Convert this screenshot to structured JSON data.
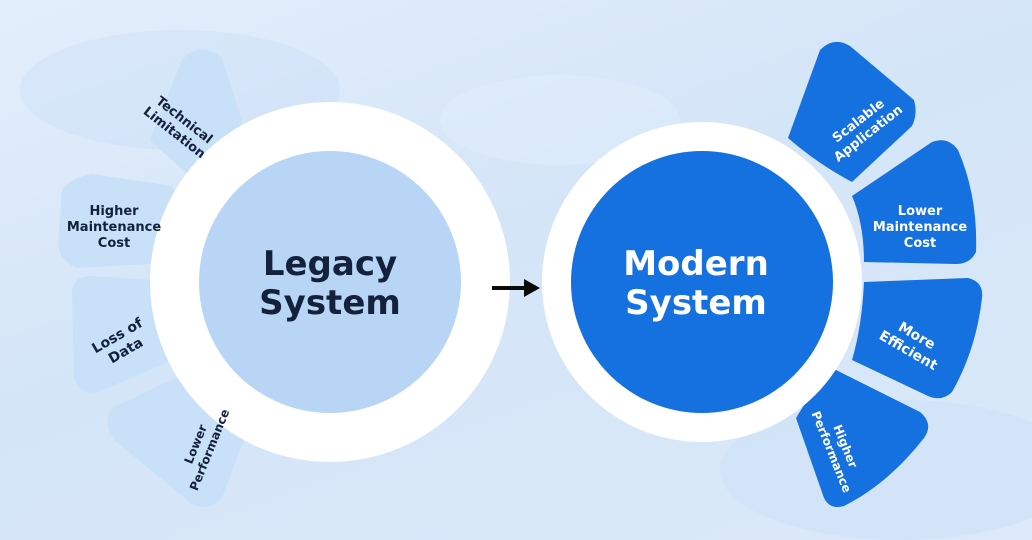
{
  "legacy": {
    "title_line1": "Legacy",
    "title_line2": "System",
    "issues": [
      {
        "line1": "Technical",
        "line2": "Limitation",
        "line3": ""
      },
      {
        "line1": "Higher",
        "line2": "Maintenance",
        "line3": "Cost"
      },
      {
        "line1": "Loss of",
        "line2": "Data",
        "line3": ""
      },
      {
        "line1": "Lower",
        "line2": "Performance",
        "line3": ""
      }
    ]
  },
  "modern": {
    "title_line1": "Modern",
    "title_line2": "System",
    "benefits": [
      {
        "line1": "Scalable",
        "line2": "Application",
        "line3": ""
      },
      {
        "line1": "Lower",
        "line2": "Maintenance",
        "line3": "Cost"
      },
      {
        "line1": "More",
        "line2": "Efficient",
        "line3": ""
      },
      {
        "line1": "Higher",
        "line2": "Performance",
        "line3": ""
      }
    ]
  },
  "arrow": {
    "icon": "arrow-right-icon"
  },
  "colors": {
    "legacy_fill": "#b8d5f5",
    "legacy_petal": "#c8e0f8",
    "legacy_text": "#14213d",
    "modern_fill": "#1570e0",
    "modern_text": "#ffffff",
    "ring": "#ffffff"
  }
}
